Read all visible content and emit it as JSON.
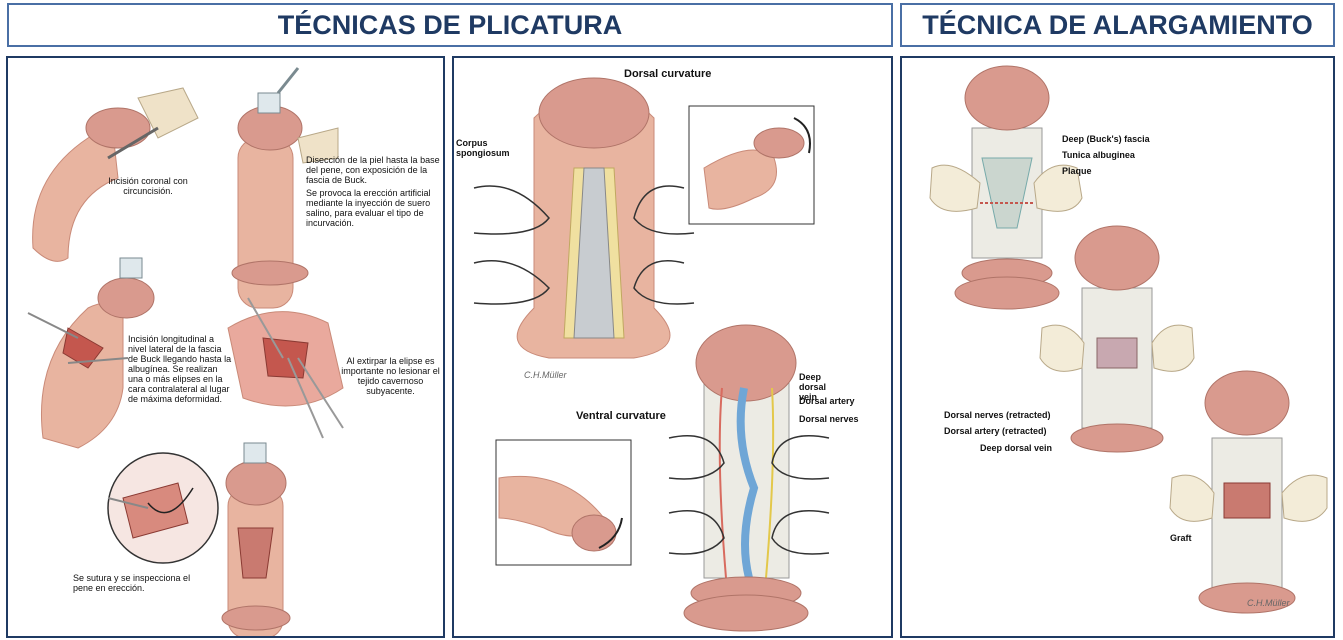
{
  "headers": {
    "plicatura": "TÉCNICAS DE PLICATURA",
    "alargamiento": "TÉCNICA DE ALARGAMIENTO"
  },
  "panel1": {
    "step1": "Incisión coronal con circuncisión.",
    "step2_a": "Disección de la piel hasta la base del pene, con exposición de la fascia de Buck.",
    "step2_b": "Se provoca la erección artificial mediante la inyección de suero salino, para evaluar el tipo de incurvación.",
    "step3": "Incisión longitudinal a nivel lateral de la fascia de Buck llegando hasta la albugínea. Se realizan una o más elipses en la cara contralateral al lugar de máxima deformidad.",
    "step4": "Al extirpar la elipse es importante no lesionar el tejido cavernoso subyacente.",
    "step5": "Se sutura y se inspecciona el pene en erección."
  },
  "panel2": {
    "dorsal_title": "Dorsal curvature",
    "ventral_title": "Ventral curvature",
    "corpus": "Corpus spongiosum",
    "deep_vein": "Deep dorsal vein",
    "dorsal_artery": "Dorsal artery",
    "dorsal_nerves": "Dorsal nerves",
    "signature": "C.H.Müller"
  },
  "panel3": {
    "bucks_fascia": "Deep (Buck's) fascia",
    "tunica": "Tunica albuginea",
    "plaque": "Plaque",
    "nerves_retracted": "Dorsal nerves (retracted)",
    "artery_retracted": "Dorsal artery (retracted)",
    "deep_vein": "Deep dorsal vein",
    "graft": "Graft",
    "signature": "C.H.Müller"
  },
  "colors": {
    "header_text": "#1f3a63",
    "header_border": "#4a6fa5",
    "skin": "#e8b4a0",
    "skin_dark": "#c98a78",
    "glans": "#d99a8e",
    "tissue_red": "#c4574e"
  }
}
